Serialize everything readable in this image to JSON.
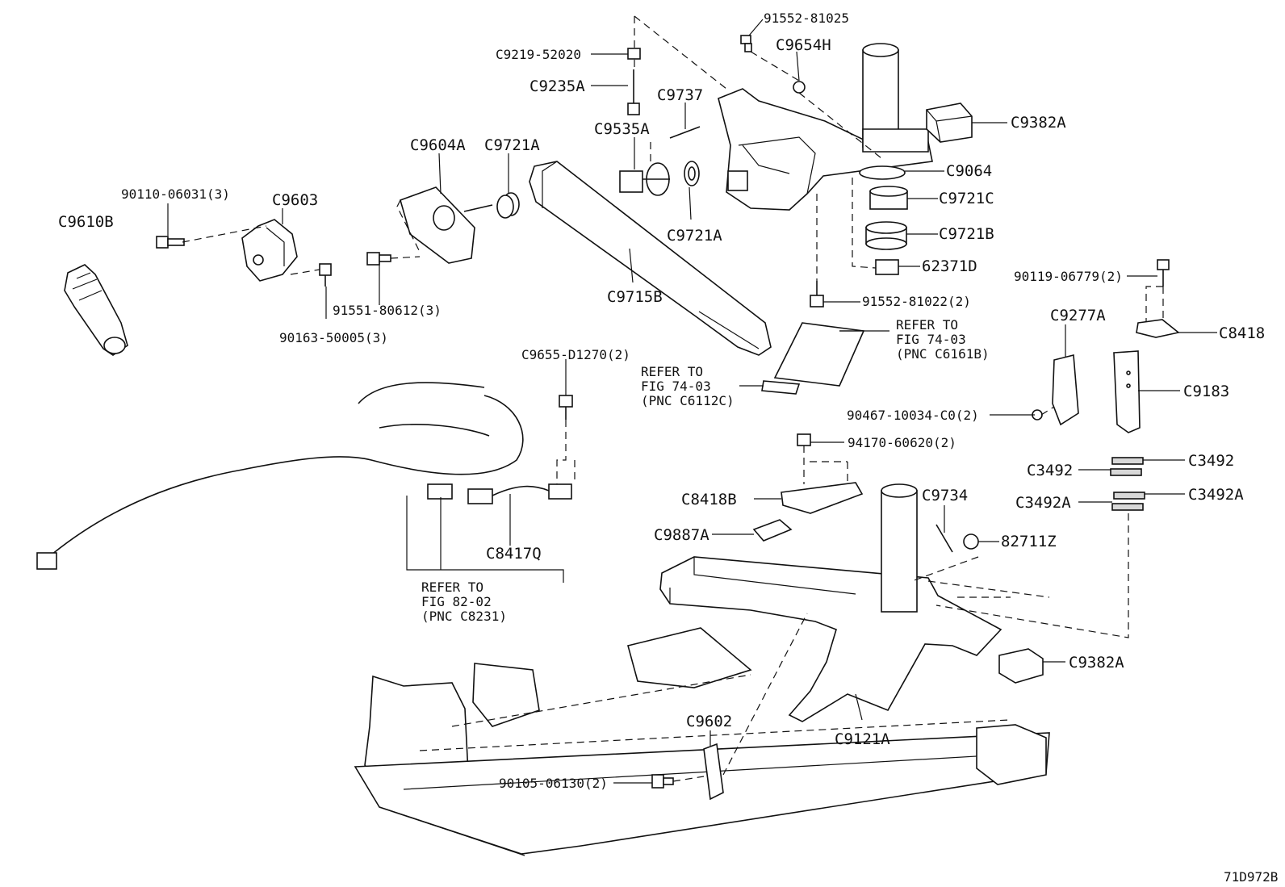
{
  "labels": {
    "p_91552_81025": "91552-81025",
    "p_c9654h": "C9654H",
    "p_c9219_52020": "C9219-52020",
    "p_c9235a": "C9235A",
    "p_c9737": "C9737",
    "p_c9535a": "C9535A",
    "p_c9382a_top": "C9382A",
    "p_c9064": "C9064",
    "p_c9721c": "C9721C",
    "p_c9721b": "C9721B",
    "p_62371d": "62371D",
    "p_91552_81022": "91552-81022(2)",
    "p_c9604a": "C9604A",
    "p_c9721a_1": "C9721A",
    "p_c9721a_2": "C9721A",
    "p_90110_06031": "90110-06031(3)",
    "p_c9603": "C9603",
    "p_c9610b": "C9610B",
    "p_91551_80612": "91551-80612(3)",
    "p_90163_50005": "90163-50005(3)",
    "p_c9715b": "C9715B",
    "p_90119_06779": "90119-06779(2)",
    "p_c8418": "C8418",
    "p_c9277a": "C9277A",
    "p_c9183": "C9183",
    "p_90467_10034": "90467-10034-C0(2)",
    "p_c9655_d1270": "C9655-D1270(2)",
    "p_94170_60620": "94170-60620(2)",
    "p_c3492_left": "C3492",
    "p_c3492_right": "C3492",
    "p_c3492a_left": "C3492A",
    "p_c3492a_right": "C3492A",
    "p_c8418b": "C8418B",
    "p_c9734": "C9734",
    "p_c9887a": "C9887A",
    "p_82711z": "82711Z",
    "p_c8417q": "C8417Q",
    "p_c9382a_bottom": "C9382A",
    "p_c9602": "C9602",
    "p_c9121a": "C9121A",
    "p_90105_06130": "90105-06130(2)"
  },
  "refer_notes": {
    "c6161b": [
      "REFER TO",
      "FIG 74-03",
      "(PNC C6161B)"
    ],
    "c6112c": [
      "REFER TO",
      "FIG 74-03",
      "(PNC C6112C)"
    ],
    "c8231": [
      "REFER TO",
      "FIG 82-02",
      "(PNC C8231)"
    ]
  },
  "figure_id": "71D972B",
  "colors": {
    "line": "#111111",
    "background": "#ffffff",
    "shade": "#d8d8d8"
  }
}
